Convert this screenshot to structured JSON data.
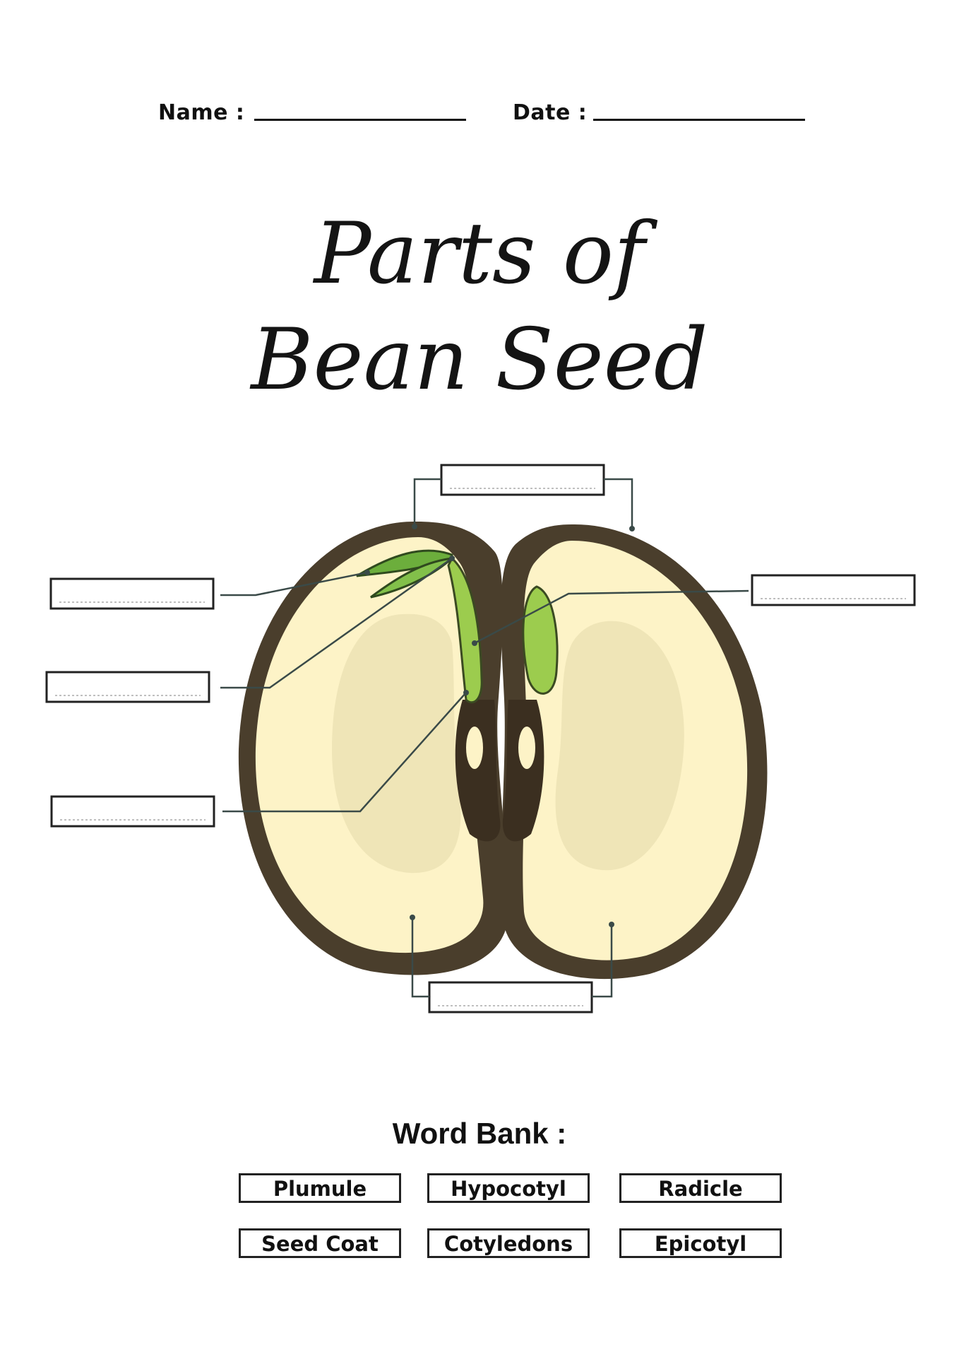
{
  "header": {
    "name_label": "Name :",
    "date_label": "Date :"
  },
  "title": {
    "line1": "Parts of",
    "line2": "Bean Seed"
  },
  "word_bank": {
    "title": "Word Bank :",
    "words": [
      "Plumule",
      "Hypocotyl",
      "Radicle",
      "Seed Coat",
      "Cotyledons",
      "Epicotyl"
    ]
  },
  "colors": {
    "seed_coat": "#4a3e2c",
    "cotyledon": "#fdf3c7",
    "cotyledon_shade": "#ece2b4",
    "embryo_green": "#9ccc4e",
    "leaf_green": "#6cae3c",
    "leader_line": "#3a4a48"
  }
}
